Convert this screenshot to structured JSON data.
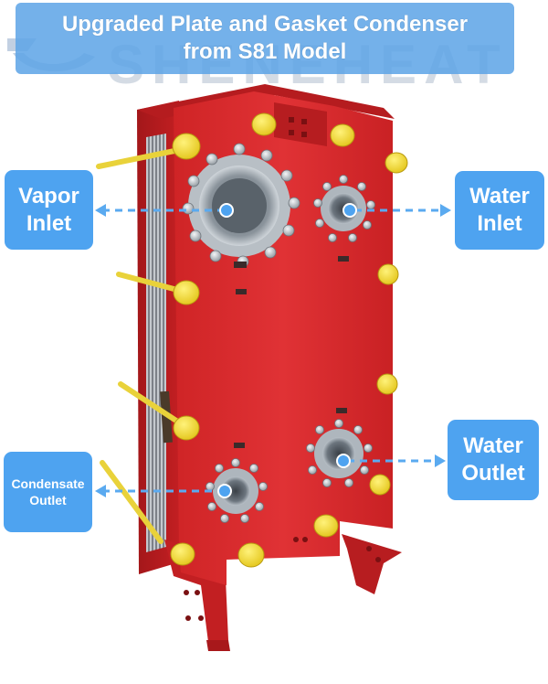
{
  "title": {
    "line1": "Upgraded Plate and Gasket Condenser",
    "line2": "from S81 Model"
  },
  "watermark": {
    "text": "SHENEHEAT",
    "icon": "brand-logo-icon"
  },
  "callouts": {
    "vapor_inlet": {
      "line1": "Vapor",
      "line2": "Inlet"
    },
    "water_inlet": {
      "line1": "Water",
      "line2": "Inlet"
    },
    "condensate_outlet": {
      "line1": "Condensate",
      "line2": "Outlet"
    },
    "water_outlet": {
      "line1": "Water",
      "line2": "Outlet"
    }
  },
  "colors": {
    "frame_red": "#d62a2b",
    "callout_blue": "#4ea3f0",
    "banner_blue": "#5da4e7",
    "bolt_yellow": "#f4dc2a",
    "port_steel": "#9aa4ad"
  }
}
